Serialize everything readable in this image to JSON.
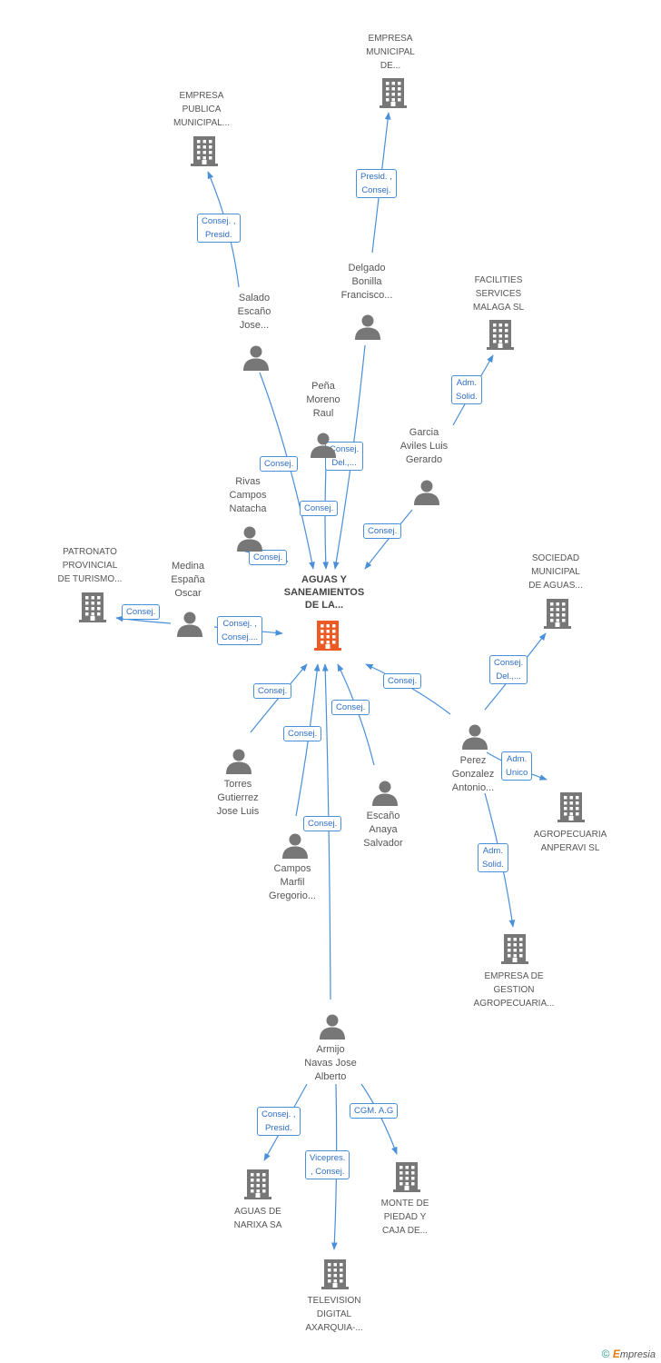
{
  "colors": {
    "edge": "#4a8fd9",
    "node": "#777777",
    "main_node": "#ee5a24"
  },
  "nodes": [
    {
      "id": "aguas",
      "kind": "company",
      "main": true,
      "lines": [
        "AGUAS Y",
        "SANEAMIENTOS",
        "DE LA..."
      ]
    },
    {
      "id": "emp_municipal",
      "kind": "company",
      "lines": [
        "EMPRESA",
        "MUNICIPAL",
        "DE..."
      ]
    },
    {
      "id": "emp_publica",
      "kind": "company",
      "lines": [
        "EMPRESA",
        "PUBLICA",
        "MUNICIPAL..."
      ]
    },
    {
      "id": "facilities",
      "kind": "company",
      "lines": [
        "FACILITIES",
        "SERVICES",
        "MALAGA SL"
      ]
    },
    {
      "id": "patronato",
      "kind": "company",
      "lines": [
        "PATRONATO",
        "PROVINCIAL",
        "DE TURISMO..."
      ]
    },
    {
      "id": "soc_municipal",
      "kind": "company",
      "lines": [
        "SOCIEDAD",
        "MUNICIPAL",
        "DE AGUAS..."
      ]
    },
    {
      "id": "agropecuaria",
      "kind": "company",
      "lines": [
        "AGROPECUARIA",
        "ANPERAVI SL"
      ]
    },
    {
      "id": "emp_gestion",
      "kind": "company",
      "lines": [
        "EMPRESA DE",
        "GESTION",
        "AGROPECUARIA..."
      ]
    },
    {
      "id": "aguas_narixa",
      "kind": "company",
      "lines": [
        "AGUAS DE",
        "NARIXA SA"
      ]
    },
    {
      "id": "monte",
      "kind": "company",
      "lines": [
        "MONTE DE",
        "PIEDAD Y",
        "CAJA DE..."
      ]
    },
    {
      "id": "tv",
      "kind": "company",
      "lines": [
        "TELEVISION",
        "DIGITAL",
        "AXARQUIA-..."
      ]
    },
    {
      "id": "delgado",
      "kind": "person",
      "lines": [
        "Delgado",
        "Bonilla",
        "Francisco..."
      ]
    },
    {
      "id": "salado",
      "kind": "person",
      "lines": [
        "Salado",
        "Escaño",
        "Jose..."
      ]
    },
    {
      "id": "pena",
      "kind": "person",
      "lines": [
        "Peña",
        "Moreno",
        "Raul"
      ]
    },
    {
      "id": "garcia",
      "kind": "person",
      "lines": [
        "Garcia",
        "Aviles Luis",
        "Gerardo"
      ]
    },
    {
      "id": "rivas",
      "kind": "person",
      "lines": [
        "Rivas",
        "Campos",
        "Natacha"
      ]
    },
    {
      "id": "medina",
      "kind": "person",
      "lines": [
        "Medina",
        "España",
        "Oscar"
      ]
    },
    {
      "id": "torres",
      "kind": "person",
      "lines": [
        "Torres",
        "Gutierrez",
        "Jose Luis"
      ]
    },
    {
      "id": "escano",
      "kind": "person",
      "lines": [
        "Escaño",
        "Anaya",
        "Salvador"
      ]
    },
    {
      "id": "campos",
      "kind": "person",
      "lines": [
        "Campos",
        "Marfil",
        "Gregorio..."
      ]
    },
    {
      "id": "perez",
      "kind": "person",
      "lines": [
        "Perez",
        "Gonzalez",
        "Antonio..."
      ]
    },
    {
      "id": "armijo",
      "kind": "person",
      "lines": [
        "Armijo",
        "Navas Jose",
        "Alberto"
      ]
    }
  ],
  "edges": [
    {
      "from": "delgado",
      "to": "emp_municipal",
      "lines": [
        "Presid. ,",
        "Consej."
      ]
    },
    {
      "from": "salado",
      "to": "emp_publica",
      "lines": [
        "Consej. ,",
        "Presid."
      ]
    },
    {
      "from": "garcia",
      "to": "facilities",
      "lines": [
        "Adm.",
        "Solid."
      ]
    },
    {
      "from": "salado",
      "to": "aguas",
      "lines": [
        "Consej."
      ]
    },
    {
      "from": "delgado",
      "to": "aguas",
      "lines": [
        "Consej.",
        "Del.,..."
      ]
    },
    {
      "from": "pena",
      "to": "aguas",
      "lines": [
        "Consej."
      ]
    },
    {
      "from": "garcia",
      "to": "aguas",
      "lines": [
        "Consej."
      ]
    },
    {
      "from": "rivas",
      "to": "aguas",
      "lines": [
        "Consej."
      ]
    },
    {
      "from": "medina",
      "to": "patronato",
      "lines": [
        "Consej."
      ]
    },
    {
      "from": "medina",
      "to": "aguas",
      "lines": [
        "Consej. ,",
        "Consej...."
      ]
    },
    {
      "from": "torres",
      "to": "aguas",
      "lines": [
        "Consej."
      ]
    },
    {
      "from": "campos",
      "to": "aguas",
      "lines": [
        "Consej."
      ]
    },
    {
      "from": "escano",
      "to": "aguas",
      "lines": [
        "Consej."
      ]
    },
    {
      "from": "armijo",
      "to": "aguas",
      "lines": [
        "Consej."
      ]
    },
    {
      "from": "perez",
      "to": "aguas",
      "lines": [
        "Consej."
      ]
    },
    {
      "from": "perez",
      "to": "soc_municipal",
      "lines": [
        "Consej.",
        "Del.,..."
      ]
    },
    {
      "from": "perez",
      "to": "agropecuaria",
      "lines": [
        "Adm.",
        "Unico"
      ]
    },
    {
      "from": "perez",
      "to": "emp_gestion",
      "lines": [
        "Adm.",
        "Solid."
      ]
    },
    {
      "from": "armijo",
      "to": "aguas_narixa",
      "lines": [
        "Consej. ,",
        "Presid."
      ]
    },
    {
      "from": "armijo",
      "to": "monte",
      "lines": [
        "CGM. A.G"
      ]
    },
    {
      "from": "armijo",
      "to": "tv",
      "lines": [
        "Vicepres.",
        ", Consej."
      ]
    }
  ],
  "footer": {
    "copyright": "©",
    "brand_initial": "E",
    "brand_rest": "mpresia"
  }
}
